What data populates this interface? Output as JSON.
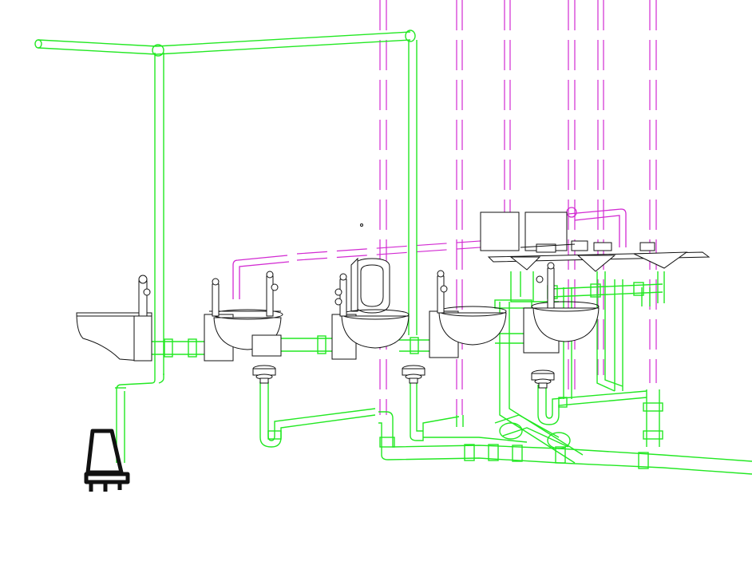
{
  "drawing": {
    "colors": {
      "drain_pipe": "#22e822",
      "vent_pipe": "#d22ad2",
      "fixture_outline": "#111111",
      "background": "#ffffff"
    },
    "fixtures": [
      {
        "type": "wall-hung-toilet",
        "count": 1
      },
      {
        "type": "wall-hung-toilet",
        "count": 1
      },
      {
        "type": "wall-hung-toilet",
        "count": 1
      },
      {
        "type": "urinal",
        "count": 1
      },
      {
        "type": "wall-hung-toilet",
        "count": 1
      },
      {
        "type": "wall-hung-toilet",
        "count": 1
      },
      {
        "type": "countertop-lavatory",
        "count": 2
      },
      {
        "type": "floor-drain",
        "count": 3
      },
      {
        "type": "cleanout-stack",
        "count": 1
      }
    ],
    "labels": []
  }
}
